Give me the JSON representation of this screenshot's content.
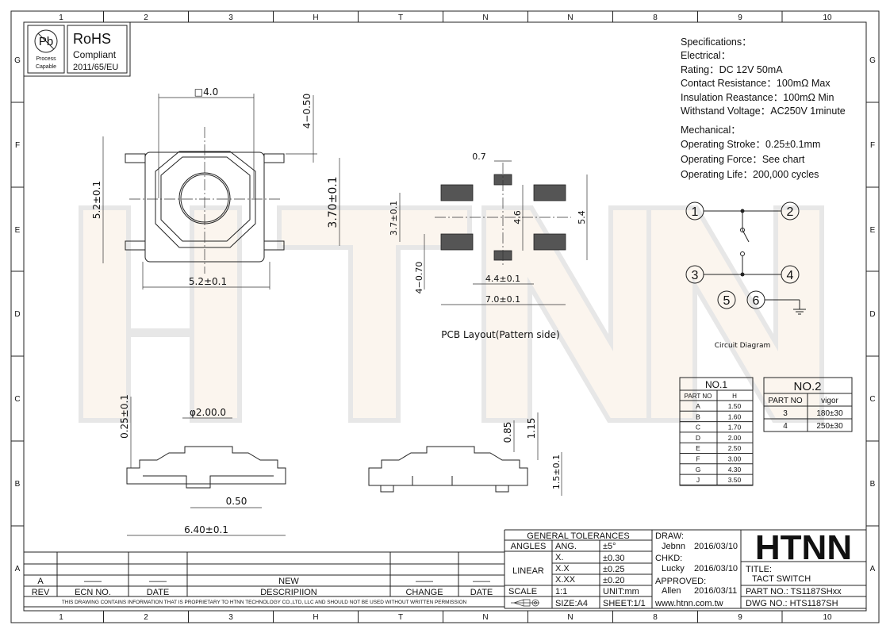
{
  "frame": {
    "columns": [
      "1",
      "2",
      "3",
      "H",
      "T",
      "N",
      "N",
      "8",
      "9",
      "10"
    ],
    "rows": [
      "G",
      "F",
      "E",
      "D",
      "C",
      "B",
      "A"
    ]
  },
  "rohs": {
    "pb_symbol": "Pb",
    "process": "Process",
    "capable": "Capable",
    "title": "RoHS",
    "compliant": "Compliant",
    "directive": "2011/65/EU"
  },
  "watermark": "HTNN",
  "dimensions": {
    "square": "□4.0",
    "pin_width": "4−0.50",
    "height_left": "5.2±0.1",
    "pin_pitch": "3.70±0.1",
    "width_bottom": "5.2±0.1",
    "pcb_small_pad": "0.7",
    "pcb_pitch_v": "3.7±0.1",
    "pcb_inner": "4.6",
    "pcb_outer": "5.4",
    "pcb_pad_w": "4−0.70",
    "pcb_inner_w": "4.4±0.1",
    "pcb_outer_w": "7.0±0.1",
    "pcb_caption": "PCB Layout(Pattern side)",
    "side_top": "0.25±0.1",
    "side_dia": "φ2.00.0",
    "side_stem": "0.50",
    "side_width": "6.40±0.1",
    "side2_a": "0.85",
    "side2_b": "1.15",
    "side2_h": "1.5±0.1"
  },
  "specs": {
    "lines": [
      "Specifications：",
      "Electrical：",
      "Rating：DC 12V 50mA",
      "Contact Resistance：100mΩ Max",
      "Insulation Reastance：100mΩ Min",
      "Withstand Voltage：AC250V 1minute",
      "Mechanical：",
      "Operating Stroke：0.25±0.1mm",
      "Operating Force：See chart",
      "Operating Life：200,000 cycles"
    ]
  },
  "circuit": {
    "pins": [
      "1",
      "2",
      "3",
      "4",
      "5",
      "6"
    ],
    "caption": "Circuit Diagram"
  },
  "table1": {
    "title": "NO.1",
    "headers": [
      "PART NO",
      "H"
    ],
    "rows": [
      [
        "A",
        "1.50"
      ],
      [
        "B",
        "1.60"
      ],
      [
        "C",
        "1.70"
      ],
      [
        "D",
        "2.00"
      ],
      [
        "E",
        "2.50"
      ],
      [
        "F",
        "3.00"
      ],
      [
        "G",
        "4.30"
      ],
      [
        "J",
        "3.50"
      ]
    ]
  },
  "table2": {
    "title": "NO.2",
    "headers": [
      "PART NO",
      "vigor"
    ],
    "rows": [
      [
        "3",
        "180±30"
      ],
      [
        "4",
        "250±30"
      ]
    ]
  },
  "tolerances": {
    "title": "GENERAL TOLERANCES",
    "angles": "ANGLES",
    "ang": "ANG.",
    "ang_val": "±5°",
    "linear": "LINEAR",
    "x1": "X.",
    "x1_val": "±0.30",
    "x2": "X.X",
    "x2_val": "±0.25",
    "x3": "X.XX",
    "x3_val": "±0.20",
    "scale": "SCALE",
    "scale_val": "1:1",
    "unit": "UNIT:mm",
    "size": "SIZE:A4",
    "sheet": "SHEET:1/1"
  },
  "approvals": {
    "draw": "DRAW:",
    "draw_name": "Jebnn",
    "draw_date": "2016/03/10",
    "chkd": "CHKD:",
    "chkd_name": "Lucky",
    "chkd_date": "2016/03/10",
    "approved": "APPROVED:",
    "approved_name": "Allen",
    "approved_date": "2016/03/11",
    "website": "www.htnn.com.tw"
  },
  "titleblock": {
    "logo": "HTNN",
    "title_label": "TITLE:",
    "title": "TACT SWITCH",
    "part_no": "PART NO.: TS1187SHxx",
    "dwg_no": "DWG  NO.: HTS1187SH"
  },
  "revision": {
    "row": [
      "A",
      "——",
      "——",
      "NEW",
      "——",
      "——"
    ],
    "headers": [
      "REV",
      "ECN NO.",
      "DATE",
      "DESCRIPIION",
      "CHANGE",
      "DATE"
    ],
    "disclaimer": "THIS DRAWING CONTAINS INFORMATION THAT IS PROPRIETARY TO HTNN TECHNOLOGY CO.,LTD, LLC AND SHOULD NOT BE USED WITHOUT WRITTEN PERMISSION"
  }
}
